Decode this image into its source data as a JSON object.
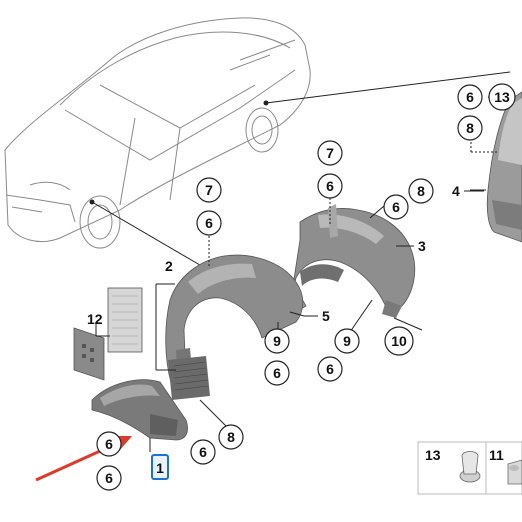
{
  "diagram": {
    "callouts": [
      {
        "id": "c6a",
        "label": "6"
      },
      {
        "id": "c13a",
        "label": "13"
      },
      {
        "id": "c8a",
        "label": "8"
      },
      {
        "id": "c7a",
        "label": "7"
      },
      {
        "id": "c6b",
        "label": "6"
      },
      {
        "id": "c7b",
        "label": "7"
      },
      {
        "id": "c6c",
        "label": "6"
      },
      {
        "id": "c6d",
        "label": "6"
      },
      {
        "id": "c8b",
        "label": "8"
      },
      {
        "id": "c9a",
        "label": "9"
      },
      {
        "id": "c6e",
        "label": "6"
      },
      {
        "id": "c9b",
        "label": "9"
      },
      {
        "id": "c6f",
        "label": "6"
      },
      {
        "id": "c10",
        "label": "10"
      },
      {
        "id": "c6g",
        "label": "6"
      },
      {
        "id": "c8c",
        "label": "8"
      },
      {
        "id": "c6h",
        "label": "6"
      },
      {
        "id": "c6i",
        "label": "6"
      }
    ],
    "plain_labels": {
      "l4": "4",
      "l3": "3",
      "l2": "2",
      "l5": "5",
      "l12": "12",
      "l1": "1"
    },
    "legend": {
      "item13": "13",
      "item11": "11"
    },
    "highlight_color": "#1e6fd9",
    "arrow_color": "#e0392b"
  }
}
